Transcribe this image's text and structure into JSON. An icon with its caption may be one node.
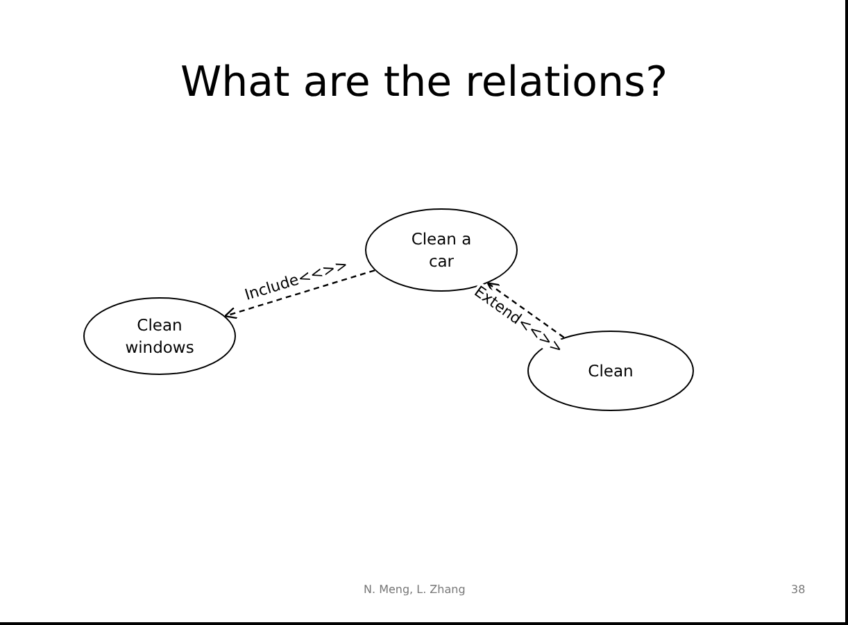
{
  "diagram": {
    "title": "What are the relations?",
    "nodes": [
      {
        "text": [
          "Clean a car"
        ]
      },
      {
        "text": [
          "Clean windows"
        ]
      },
      {
        "text": [
          "Clean"
        ]
      }
    ],
    "edges": [
      {
        "from": 0,
        "to": 1,
        "arrow": "to",
        "label": "Include<<>>",
        "style": "dashed"
      },
      {
        "from": 2,
        "to": 0,
        "arrow": "to",
        "label": "Extend<<>>",
        "style": "dashed"
      }
    ],
    "labels": [
      "N. Meng, L. Zhang",
      "38"
    ]
  }
}
